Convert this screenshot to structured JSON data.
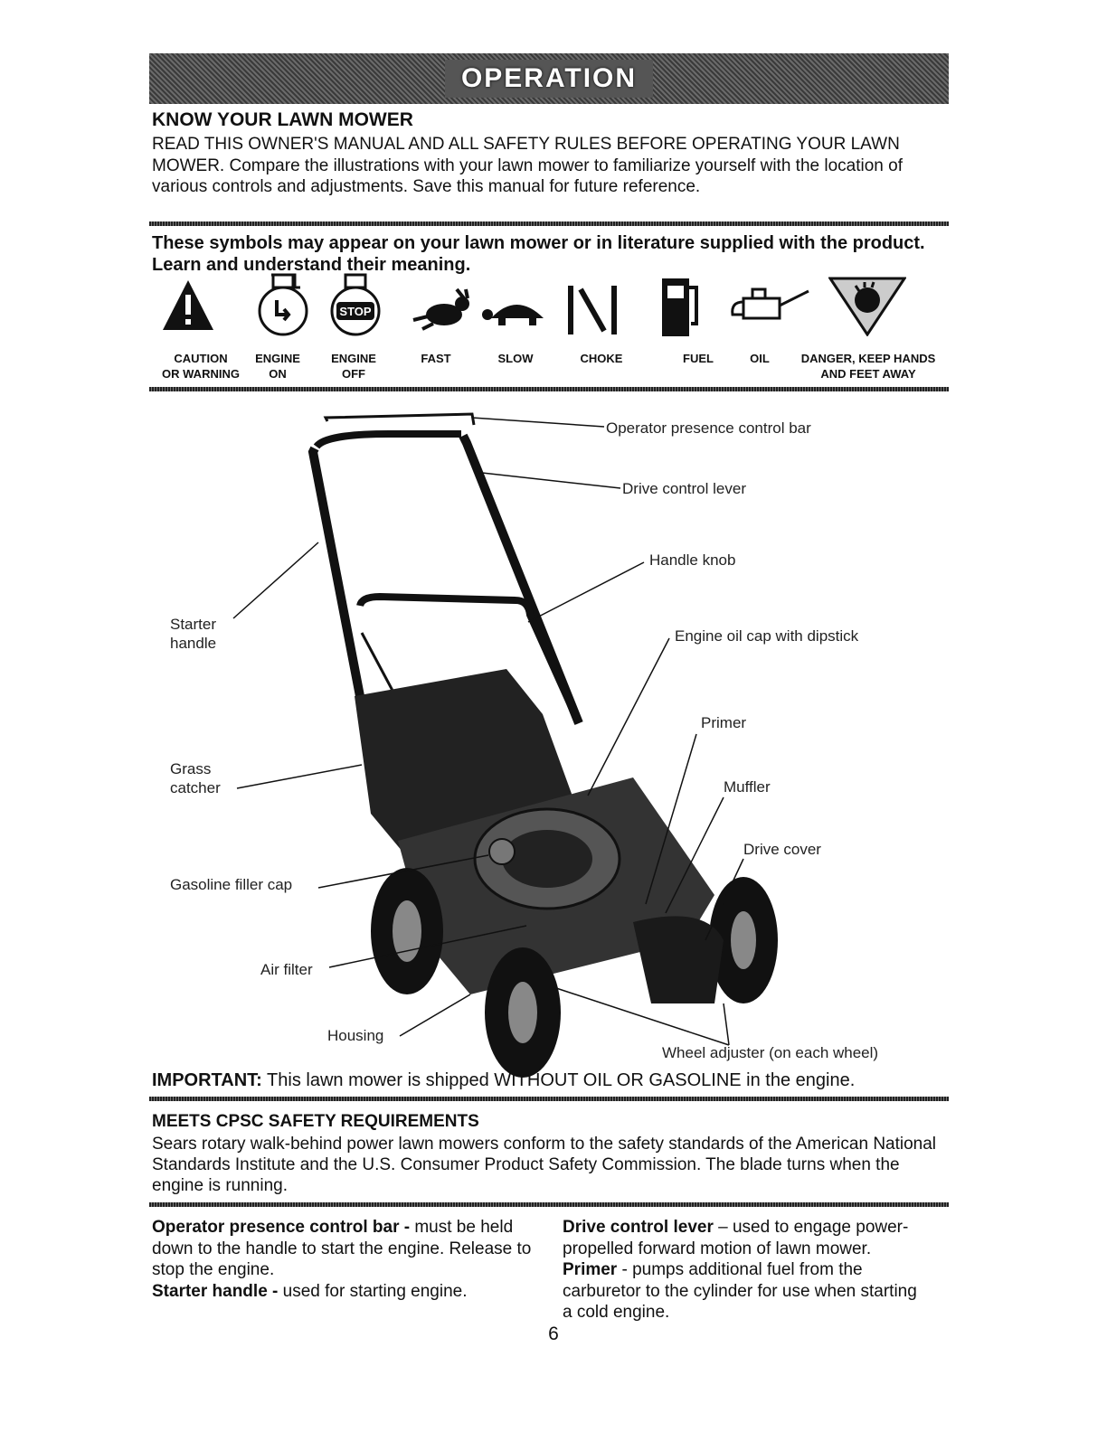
{
  "section_banner": "OPERATION",
  "know": {
    "heading": "KNOW YOUR LAWN MOWER",
    "text": "READ THIS OWNER'S MANUAL AND ALL SAFETY RULES BEFORE OPERATING YOUR LAWN MOWER. Compare the illustrations with your lawn mower to familiarize yourself with the location of various controls and adjustments. Save this manual for future reference."
  },
  "symbols_intro": "These symbols may appear on your lawn mower or in literature supplied with the product. Learn and understand their meaning.",
  "symbols": [
    {
      "icon": "warning-triangle-icon",
      "label1": "CAUTION",
      "label2": "OR WARNING"
    },
    {
      "icon": "engine-on-icon",
      "label1": "ENGINE",
      "label2": "ON"
    },
    {
      "icon": "engine-off-icon",
      "label1": "ENGINE",
      "label2": "OFF"
    },
    {
      "icon": "rabbit-icon",
      "label1": "FAST",
      "label2": ""
    },
    {
      "icon": "turtle-icon",
      "label1": "SLOW",
      "label2": ""
    },
    {
      "icon": "choke-icon",
      "label1": "CHOKE",
      "label2": ""
    },
    {
      "icon": "fuel-pump-icon",
      "label1": "FUEL",
      "label2": ""
    },
    {
      "icon": "oil-can-icon",
      "label1": "OIL",
      "label2": ""
    },
    {
      "icon": "hand-danger-icon",
      "label1": "DANGER, KEEP HANDS",
      "label2": "AND FEET AWAY"
    }
  ],
  "callouts": {
    "operator_bar": "Operator presence control bar",
    "drive_lever": "Drive control lever",
    "handle_knob": "Handle knob",
    "starter_1": "Starter",
    "starter_2": "handle",
    "oil_cap": "Engine oil cap with dipstick",
    "primer": "Primer",
    "grass_1": "Grass",
    "grass_2": "catcher",
    "muffler": "Muffler",
    "drive_cover": "Drive cover",
    "gas_cap": "Gasoline filler cap",
    "air_filter": "Air filter",
    "housing": "Housing",
    "wheel_adjuster": "Wheel adjuster (on each wheel)"
  },
  "important": {
    "label": "IMPORTANT:",
    "text": " This lawn mower is shipped WITHOUT OIL OR GASOLINE in the engine."
  },
  "cpsc": {
    "heading": "MEETS CPSC SAFETY REQUIREMENTS",
    "text": "Sears rotary walk-behind power lawn mowers conform to the safety standards of the American National Standards Institute and the U.S. Consumer Product Safety Commission. The blade turns when the engine is running."
  },
  "definitions": {
    "opc_term": "Operator presence control bar -",
    "opc_text": " must be held down to the handle to start the engine. Release to stop the engine.",
    "starter_term": "Starter handle -",
    "starter_text": " used for starting engine.",
    "drive_term": "Drive control lever",
    "drive_text": " – used to engage power-propelled forward motion of lawn mower.",
    "primer_term": "Primer",
    "primer_text": " - pumps additional fuel from the carburetor to the cylinder for use when starting a cold engine."
  },
  "page_number": "6"
}
